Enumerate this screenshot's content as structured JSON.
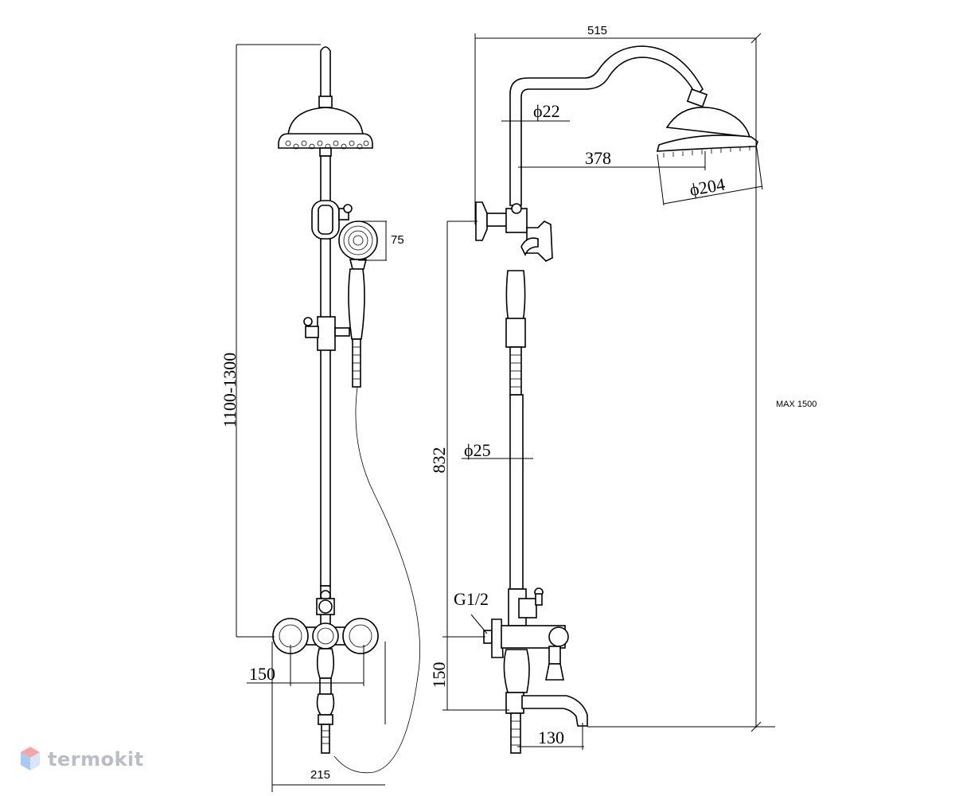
{
  "brand": {
    "name": "termokit"
  },
  "dimensions": {
    "overall_height": "1100-1300",
    "handshower_diameter": "75",
    "mixer_spacing_front": "150",
    "base_width": "215",
    "arm_reach": "515",
    "pipe_diameter_top": "ϕ22",
    "arm_length": "378",
    "head_diameter": "ϕ204",
    "rail_height": "832",
    "pipe_diameter_main": "ϕ25",
    "inlet_thread": "G1/2",
    "mixer_to_spout": "150",
    "spout_reach": "130",
    "max_height": "MAX 1500"
  }
}
